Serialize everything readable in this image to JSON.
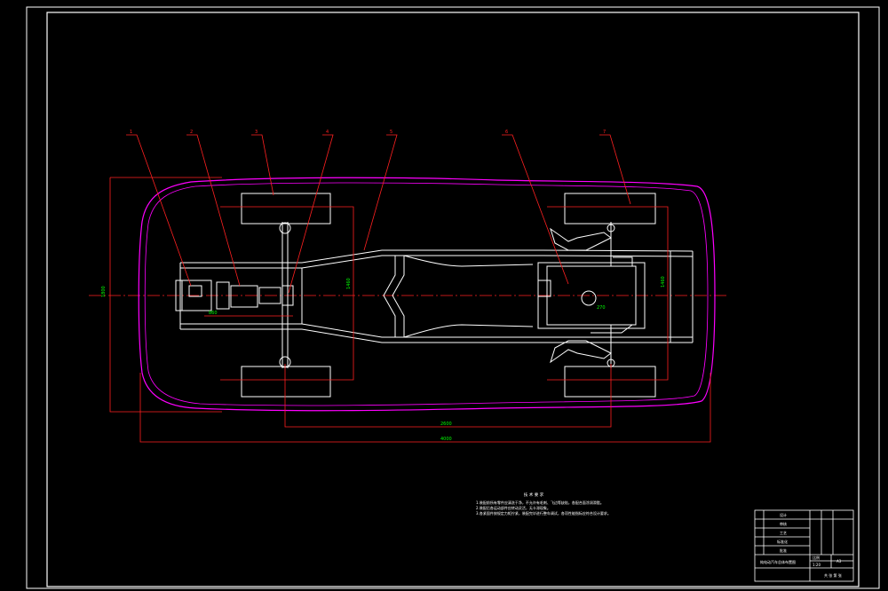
{
  "colors": {
    "background": "#000000",
    "linework": "#ffffff",
    "body_outline": "#ff00ff",
    "dimension": "#ff2020",
    "dimension_text": "#00ff00",
    "centerline": "#ff2020"
  },
  "callouts": [
    {
      "label": "1"
    },
    {
      "label": "2"
    },
    {
      "label": "3"
    },
    {
      "label": "4"
    },
    {
      "label": "5"
    },
    {
      "label": "6"
    },
    {
      "label": "7"
    }
  ],
  "dimensions": {
    "overall_width": "1800",
    "wheel_track": "1460",
    "wheelbase": "2600",
    "overall_length": "4000",
    "rear_track": "1460",
    "engine_offset": "860",
    "tank_offset": "270"
  },
  "technical_notes": {
    "title": "技 术 要 求",
    "lines": [
      "1.装配前所有零件应清洗干净，不允许有毛刺、飞边等缺陷，各配合面涂润滑脂。",
      "2.装配后各运动部件应转动灵活，无卡滞现象。",
      "3.各紧固件按规定力矩拧紧，装配完毕进行整车调试，各项性能指标应符合设计要求。"
    ]
  },
  "title_block": {
    "drawing_title": "纯电动汽车总体布置图",
    "rows": [
      "设计",
      "审核",
      "工艺",
      "标准化",
      "批准"
    ],
    "scale_label": "比例",
    "scale": "1:20",
    "sheet": "A3",
    "material_label": "共 张 第 张"
  }
}
